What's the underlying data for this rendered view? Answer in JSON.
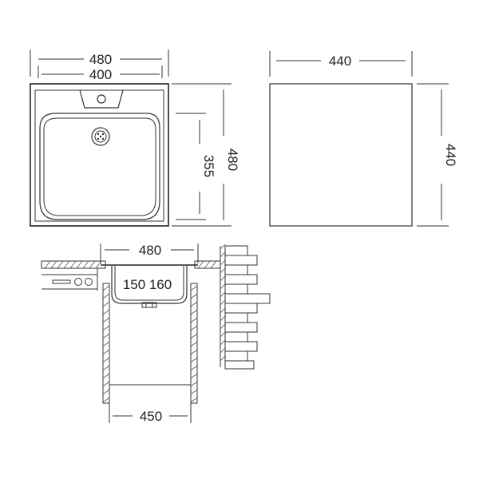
{
  "dimensions": {
    "sink_outer_width": "480",
    "sink_inner_width": "400",
    "sink_outer_depth": "480",
    "bowl_depth": "355",
    "cabinet_width": "440",
    "cabinet_depth": "440",
    "section_width": "480",
    "bowl_height_a": "150",
    "bowl_height_b": "160",
    "cabinet_inner_width": "450"
  },
  "colors": {
    "line": "#333333",
    "hatch": "#555555",
    "background": "#ffffff"
  }
}
